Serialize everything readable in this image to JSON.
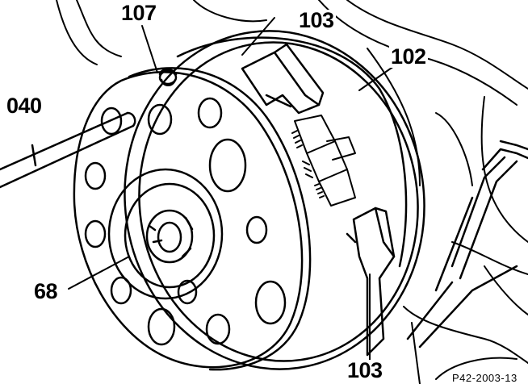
{
  "figure": {
    "labels": {
      "tool": "040",
      "spring_clip": "107",
      "brake_shoe_top": "103",
      "backing_plate": "102",
      "hub": "68",
      "brake_shoe_bottom": "103"
    },
    "reference_code": "P42-2003-13"
  },
  "colors": {
    "ink": "#000000",
    "paper": "#ffffff"
  }
}
